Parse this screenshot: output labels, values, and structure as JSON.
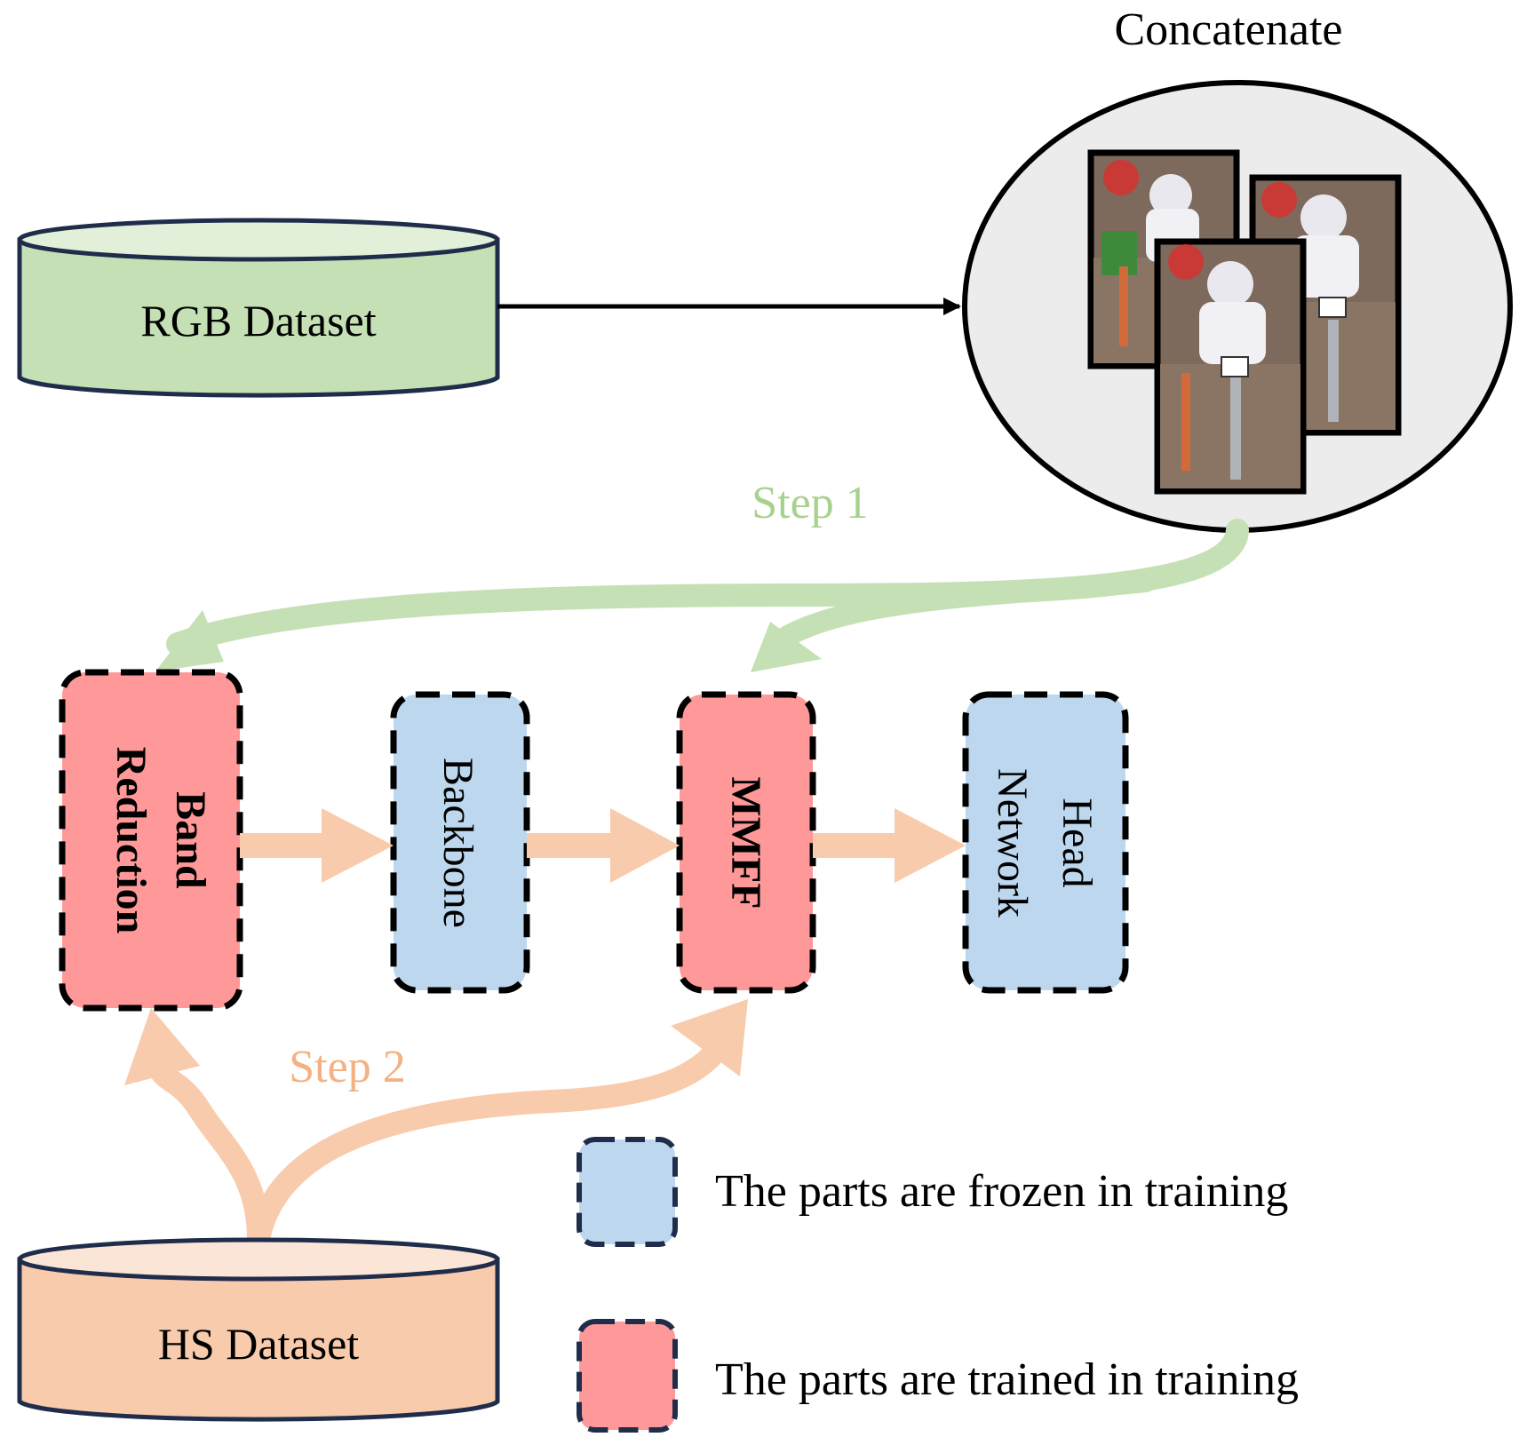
{
  "datasets": {
    "rgb": "RGB Dataset",
    "hs": "HS Dataset"
  },
  "concat": {
    "title": "Concatenate"
  },
  "steps": {
    "step1": "Step 1",
    "step2": "Step 2"
  },
  "modules": {
    "band_reduction_line1": "Band",
    "band_reduction_line2": "Reduction",
    "backbone": "Backbone",
    "mmff": "MMFF",
    "head_line1": "Head",
    "head_line2": "Network"
  },
  "legend": {
    "frozen": "The parts are frozen in training",
    "trained": "The parts are trained in training"
  },
  "colors": {
    "rgb_fill": "#c5e0b4",
    "rgb_top": "#e2f0d9",
    "hs_fill": "#f8cbad",
    "hs_top": "#fbe5d6",
    "trained": "#ff9999",
    "frozen": "#bdd7ee",
    "step1": "#a9d18e",
    "step1_arrow": "#c5e0b4",
    "step2": "#f4b183",
    "step2_arrow": "#f8cbad",
    "ellipse_fill": "#ececec",
    "outline": "#1f2d4b"
  }
}
